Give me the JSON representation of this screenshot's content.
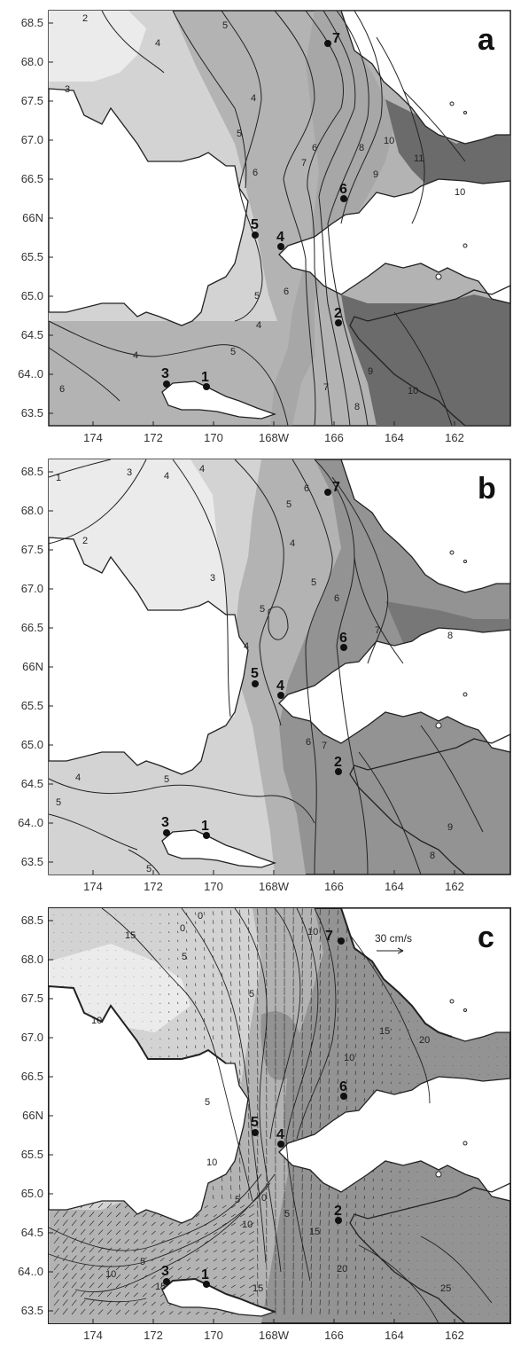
{
  "panels": [
    {
      "id": "a",
      "label": "a",
      "lat_ticks": [
        "68.5",
        "68.0",
        "67.5",
        "67.0",
        "66.5",
        "66N",
        "65.5",
        "65.0",
        "64.5",
        "64..0",
        "63.5"
      ],
      "lon_ticks": [
        "174",
        "172",
        "170",
        "168W",
        "166",
        "164",
        "162"
      ],
      "contour_labels": [
        "2",
        "3",
        "4",
        "4",
        "5",
        "5",
        "6",
        "6",
        "7",
        "8",
        "9",
        "10",
        "11",
        "10",
        "4",
        "5",
        "5",
        "6",
        "7",
        "8",
        "9",
        "10",
        "6",
        "4"
      ]
    },
    {
      "id": "b",
      "label": "b",
      "lat_ticks": [
        "68.5",
        "68.0",
        "67.5",
        "67.0",
        "66.5",
        "66N",
        "65.5",
        "65.0",
        "64.5",
        "64..0",
        "63.5"
      ],
      "lon_ticks": [
        "174",
        "172",
        "170",
        "168W",
        "166",
        "164",
        "162"
      ],
      "contour_labels": [
        "1",
        "2",
        "3",
        "4",
        "4",
        "5",
        "6",
        "4",
        "3",
        "5",
        "6",
        "7",
        "8",
        "4",
        "5",
        "5",
        "4",
        "6",
        "7",
        "9",
        "8",
        "5",
        "5"
      ]
    },
    {
      "id": "c",
      "label": "c",
      "lat_ticks": [
        "68.5",
        "68.0",
        "67.5",
        "67.0",
        "66.5",
        "66N",
        "65.5",
        "65.0",
        "64.5",
        "64..0",
        "63.5"
      ],
      "lon_ticks": [
        "174",
        "172",
        "170",
        "168W",
        "166",
        "164",
        "162"
      ],
      "contour_labels": [
        "15",
        "10",
        "5",
        "0",
        "5",
        "10",
        "15",
        "20",
        "15",
        "10",
        "5",
        "0",
        "5",
        "10",
        "15",
        "20",
        "25",
        "15",
        "10",
        "5",
        "0",
        "5",
        "10"
      ],
      "scale_label": "30 cm/s"
    }
  ],
  "stations": [
    "1",
    "2",
    "3",
    "4",
    "5",
    "6",
    "7"
  ],
  "colors": {
    "level1": "#ebebeb",
    "level2": "#d3d3d3",
    "level3": "#b3b3b3",
    "level4": "#939393",
    "level5": "#6b6b6b",
    "land": "#ffffff",
    "line": "#222222"
  }
}
